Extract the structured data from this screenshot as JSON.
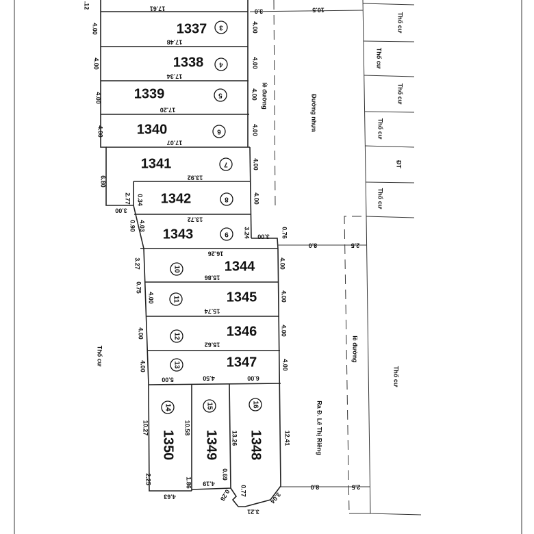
{
  "plots": [
    {
      "number": "1337",
      "index": "3"
    },
    {
      "number": "1338",
      "index": "4"
    },
    {
      "number": "1339",
      "index": "5"
    },
    {
      "number": "1340",
      "index": "6"
    },
    {
      "number": "1341",
      "index": "7"
    },
    {
      "number": "1342",
      "index": "8"
    },
    {
      "number": "1343",
      "index": "9"
    },
    {
      "number": "1344",
      "index": "10"
    },
    {
      "number": "1345",
      "index": "11"
    },
    {
      "number": "1346",
      "index": "12"
    },
    {
      "number": "1347",
      "index": "13"
    },
    {
      "number": "1350",
      "index": "14"
    },
    {
      "number": "1349",
      "index": "15"
    },
    {
      "number": "1348",
      "index": "16"
    }
  ],
  "dims": [
    "17.61",
    "3.0",
    "10.5",
    "4.00",
    "4.00",
    "17.48",
    "4.00",
    "4.00",
    "17.34",
    "4.00",
    "4.00",
    "17.20",
    "4.00",
    "4.00",
    "17.07",
    "6.80",
    "4.00",
    "13.92",
    "2.77",
    "0.34",
    "4.00",
    "3.00",
    "13.72",
    "0.90",
    "4.03",
    "3.24",
    "3.00",
    "0.76",
    "8.0",
    "2.5",
    "16.26",
    "3.27",
    "4.00",
    "15.86",
    "0.75",
    "4.00",
    "4.00",
    "15.74",
    "4.00",
    "4.00",
    "15.62",
    "4.00",
    "4.00",
    "5.00",
    "4.50",
    "6.00",
    "10.27",
    "10.58",
    "13.26",
    "12.41",
    "2.25",
    "1.86",
    "0.69",
    "4.19",
    "4.63",
    "0.28",
    "0.77",
    "3.04",
    "3.21",
    "8.0",
    "2.5",
    ".12"
  ],
  "labels": {
    "road_edge_top": "lề đường",
    "asphalt_road": "Đường nhựa",
    "road_edge_bottom": "lề đường",
    "to_street": "Ra Đ. Lê Thị Riêng",
    "residential_left": "Thổ cư",
    "residential_right": "Thổ cư",
    "right_parcels": [
      "Thổ cư",
      "Thổ cư",
      "Thổ cư",
      "Thổ cư",
      "ĐT",
      "Thổ cư"
    ]
  }
}
